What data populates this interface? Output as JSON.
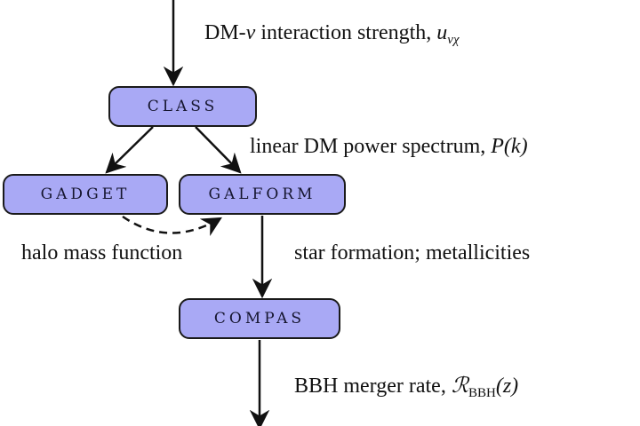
{
  "diagram": {
    "nodes": [
      {
        "id": "class",
        "label": "CLASS"
      },
      {
        "id": "gadget",
        "label": "GADGET"
      },
      {
        "id": "galform",
        "label": "GALFORM"
      },
      {
        "id": "compas",
        "label": "COMPAS"
      }
    ],
    "edges": [
      {
        "from": "input",
        "to": "class",
        "style": "solid",
        "label": "dm_nu"
      },
      {
        "from": "class",
        "to": "gadget",
        "style": "solid",
        "label": "pk"
      },
      {
        "from": "class",
        "to": "galform",
        "style": "solid",
        "label": "pk"
      },
      {
        "from": "gadget",
        "to": "galform",
        "style": "dashed",
        "label": "hmf"
      },
      {
        "from": "galform",
        "to": "compas",
        "style": "solid",
        "label": "sf"
      },
      {
        "from": "compas",
        "to": "output",
        "style": "solid",
        "label": "bbh"
      }
    ],
    "labels": {
      "dm_nu_text": "DM-",
      "dm_nu_symbol": "ν",
      "dm_nu_rest": " interaction strength, ",
      "dm_nu_var": "u",
      "dm_nu_sub": "νχ",
      "pk_text": "linear DM power spectrum, ",
      "pk_var": "P(k)",
      "hmf": "halo mass function",
      "sf": "star formation; metallicities",
      "bbh_text": "BBH merger rate, ",
      "bbh_var": "ℛ",
      "bbh_sub": "BBH",
      "bbh_arg": "(z)"
    },
    "colors": {
      "node_fill": "#a9a9f5",
      "node_stroke": "#1a1a1a",
      "edge": "#111111",
      "text": "#111111"
    }
  }
}
